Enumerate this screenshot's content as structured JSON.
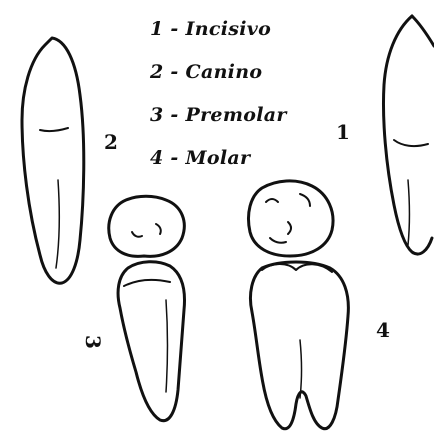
{
  "legend": [
    {
      "label": "1 - Incisivo"
    },
    {
      "label": "2 - Canino"
    },
    {
      "label": "3 - Premolar"
    },
    {
      "label": "4 - Molar"
    }
  ],
  "tooth_numbers": {
    "incisor": "1",
    "canine": "2",
    "premolar": "3",
    "molar": "4"
  },
  "colors": {
    "ink": "#111111",
    "background": "#ffffff"
  }
}
